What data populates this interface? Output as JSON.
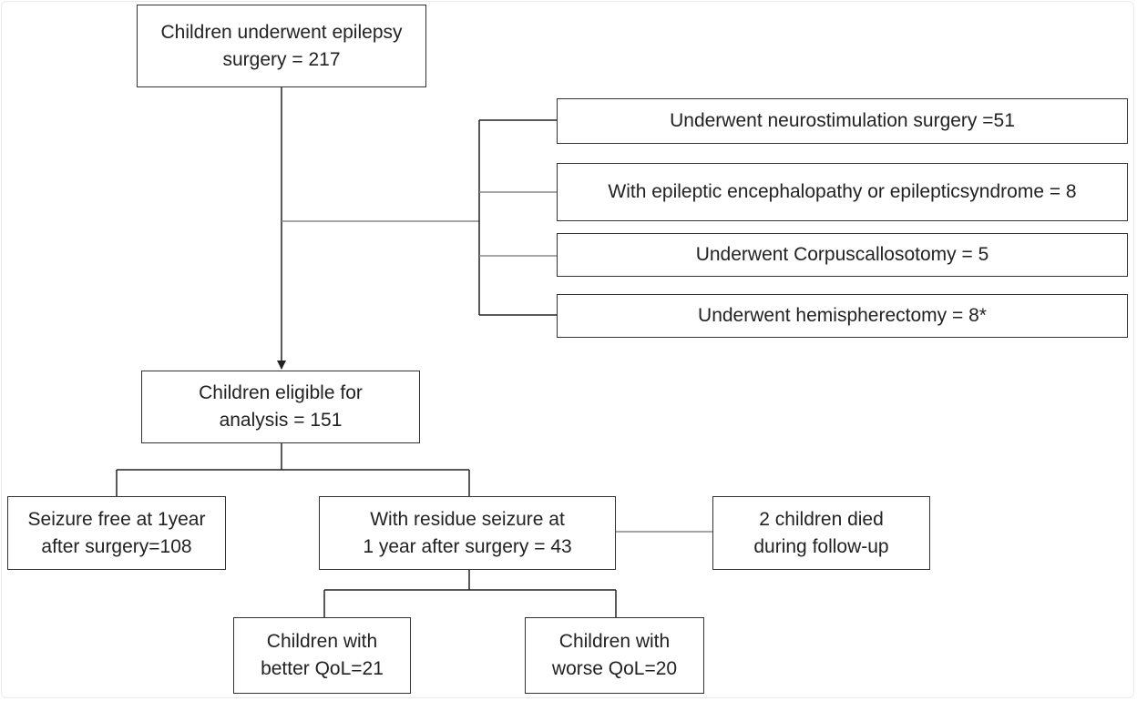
{
  "nodes": {
    "total": "Children underwent epilepsy\nsurgery = 217",
    "excl_neurostim": "Underwent neurostimulation surgery =51",
    "excl_encephalopathy": "With epileptic encephalopathy or epilepticsyndrome = 8",
    "excl_corpus": "Underwent Corpuscallosotomy = 5",
    "excl_hemi": "Underwent hemispherectomy = 8*",
    "eligible": "Children eligible for\nanalysis = 151",
    "seizure_free": "Seizure free at 1year\nafter surgery=108",
    "residue": "With residue seizure at\n1 year after surgery = 43",
    "died": "2 children died\nduring follow-up",
    "better_qol": "Children with\nbetter QoL=21",
    "worse_qol": "Children with\nworse QoL=20"
  }
}
